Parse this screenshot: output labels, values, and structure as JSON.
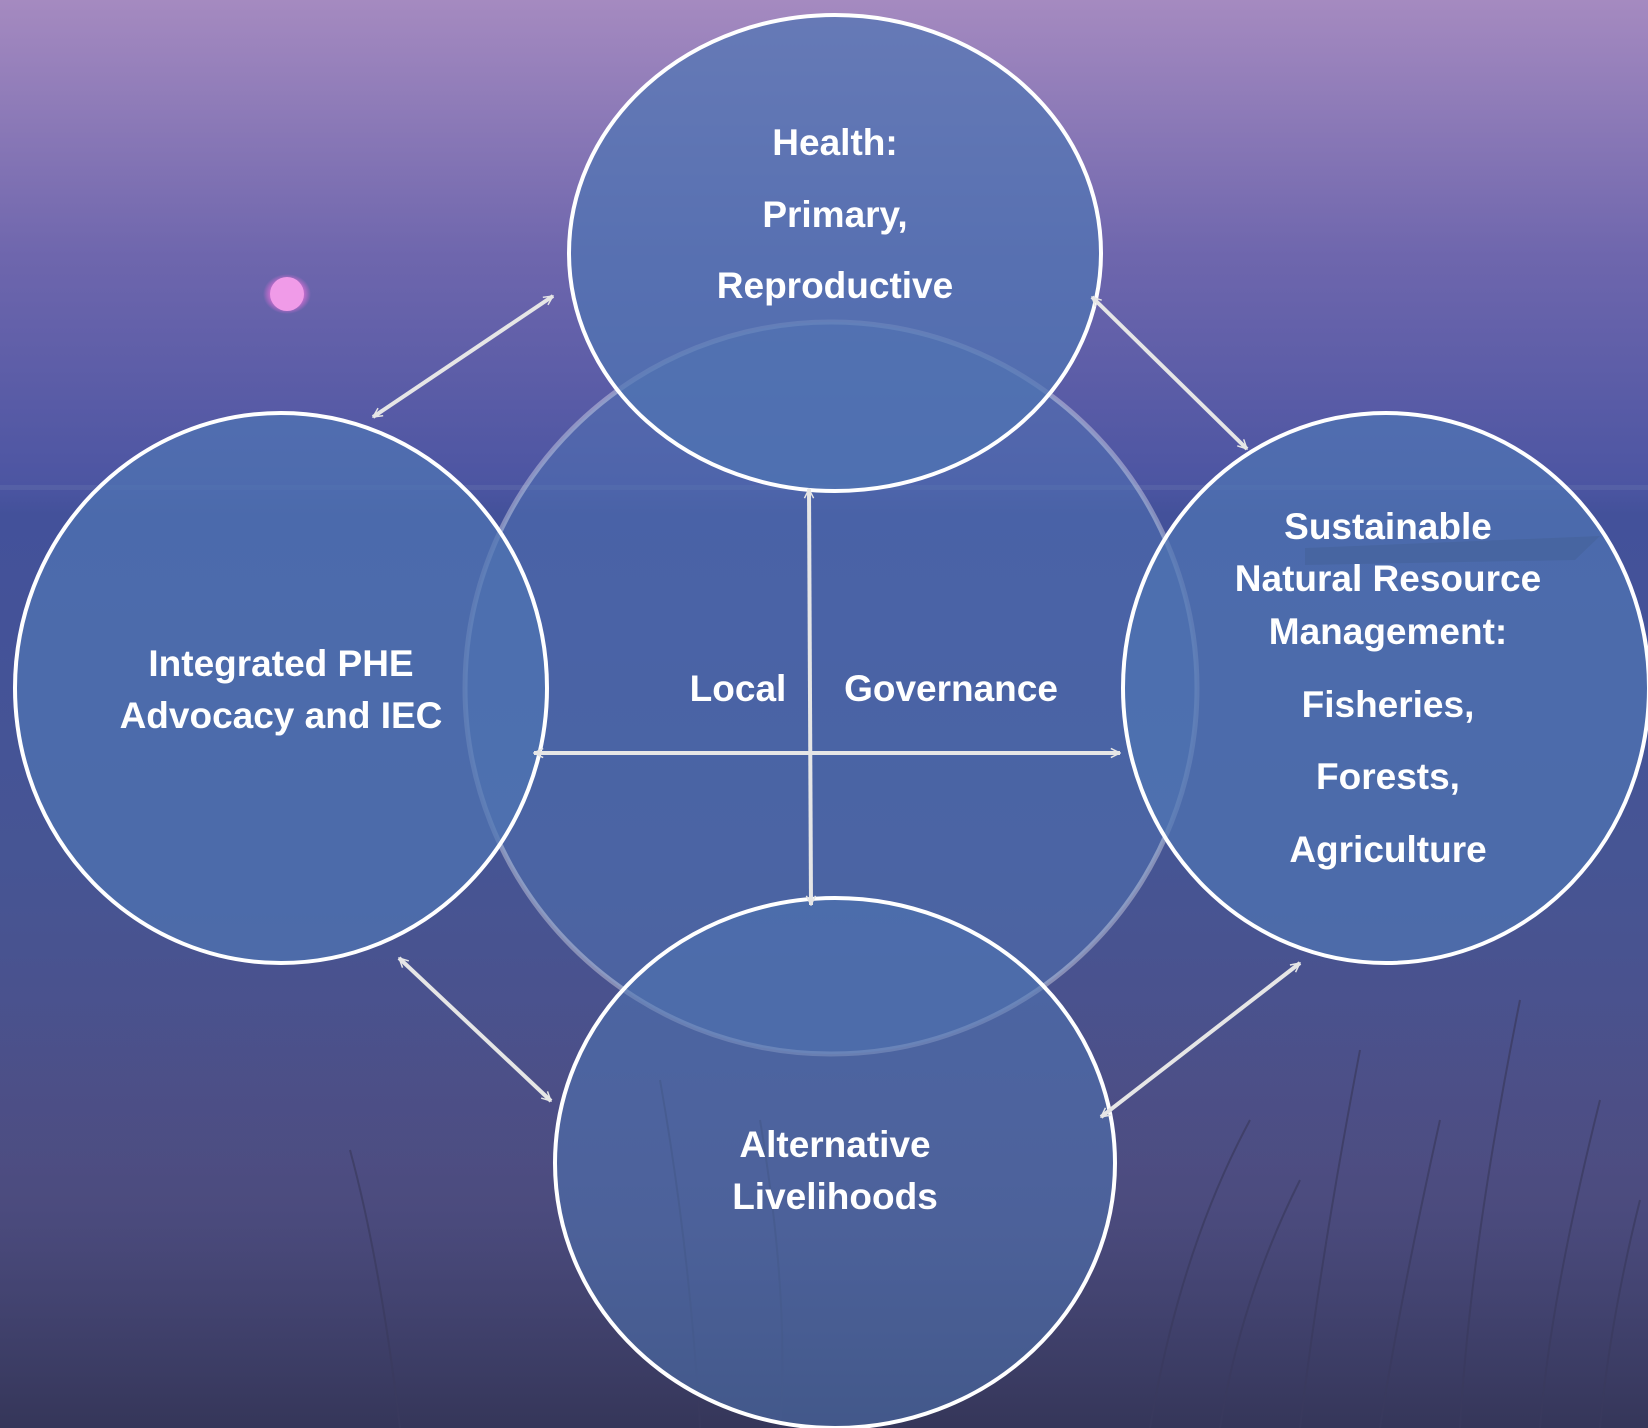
{
  "diagram": {
    "center": {
      "label_left": "Local",
      "label_right": "Governance"
    },
    "nodes": {
      "health": {
        "lines": [
          "Health:",
          "Primary,",
          "Reproductive"
        ]
      },
      "advocacy": {
        "lines": [
          "Integrated PHE",
          "Advocacy and IEC"
        ]
      },
      "resource": {
        "lines": [
          "Sustainable",
          "Natural Resource",
          "Management:",
          "Fisheries,",
          "Forests,",
          "Agriculture"
        ]
      },
      "livelihoods": {
        "lines": [
          "Alternative",
          "Livelihoods"
        ]
      }
    },
    "connections": [
      {
        "from": "advocacy",
        "to": "health",
        "type": "two-way-arrow"
      },
      {
        "from": "health",
        "to": "resource",
        "type": "two-way-arrow"
      },
      {
        "from": "advocacy",
        "to": "livelihoods",
        "type": "two-way-arrow"
      },
      {
        "from": "livelihoods",
        "to": "resource",
        "type": "two-way-arrow"
      },
      {
        "from": "health",
        "to": "livelihoods",
        "type": "two-way-arrow"
      },
      {
        "from": "advocacy",
        "to": "resource",
        "type": "two-way-arrow"
      }
    ]
  },
  "colors": {
    "circle_fill": "#4f74b3",
    "circle_stroke": "#ffffff",
    "arrow": "#e6e6e6",
    "text": "#ffffff"
  }
}
